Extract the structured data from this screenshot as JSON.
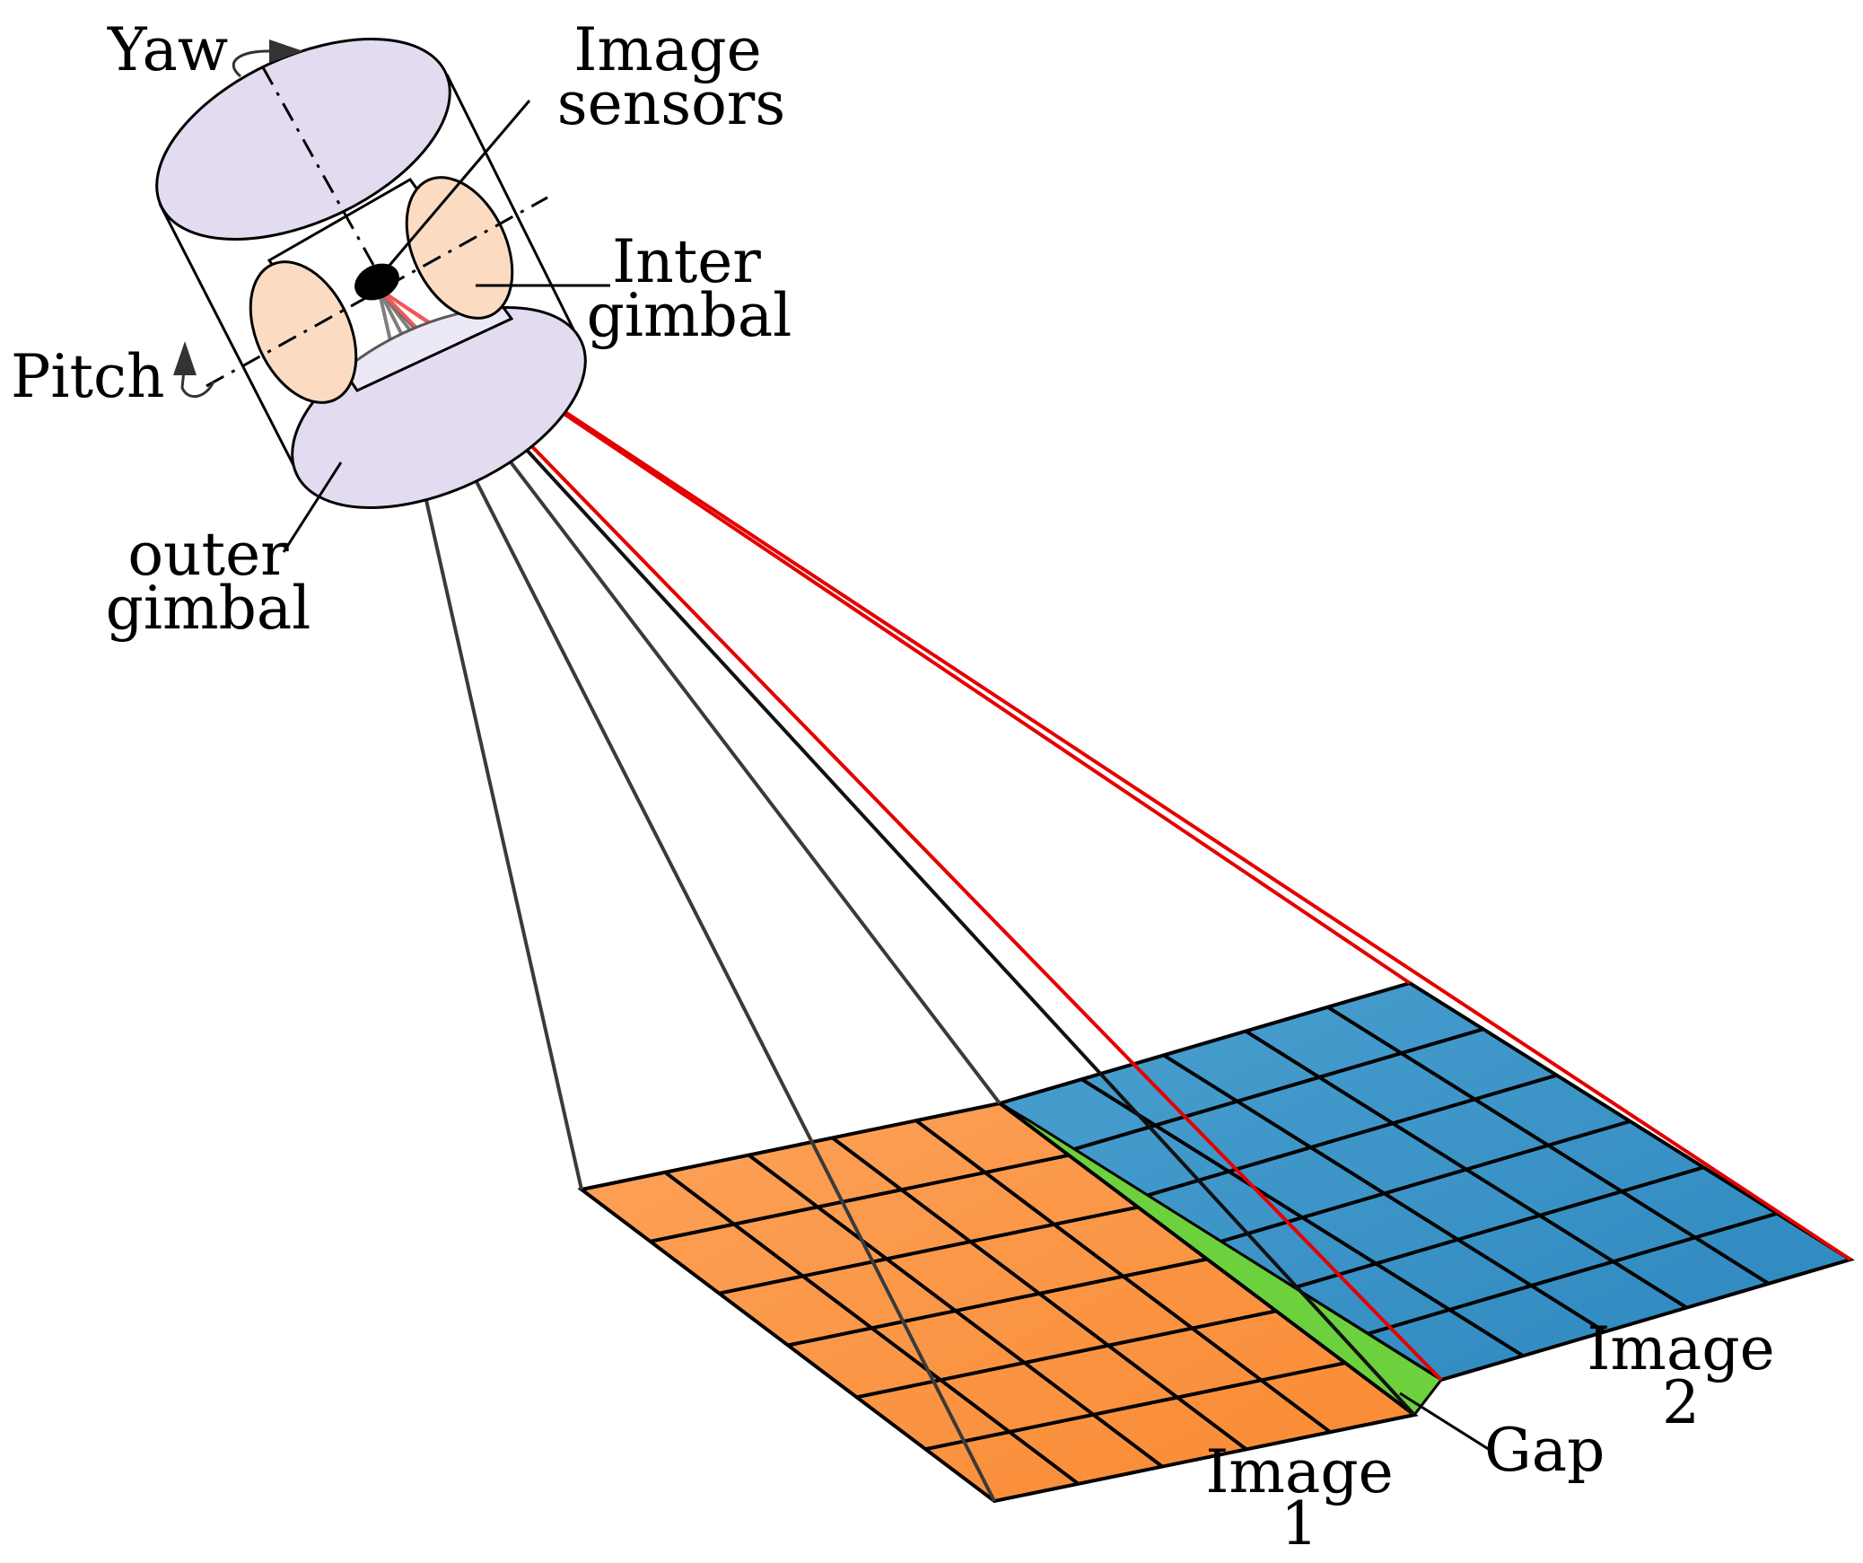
{
  "labels": {
    "yaw": "Yaw",
    "pitch": "Pitch",
    "image_sensors_1": "Image",
    "image_sensors_2": "sensors",
    "inter_gimbal_1": "Inter",
    "inter_gimbal_2": "gimbal",
    "outer_gimbal_1": "outer",
    "outer_gimbal_2": "gimbal",
    "image1_1": "Image",
    "image1_2": "1",
    "image2_1": "Image",
    "image2_2": "2",
    "gap": "Gap"
  },
  "colors": {
    "orange_grid": "#fa913d",
    "blue_grid": "#3b94c8",
    "gap_green": "#6cd13c",
    "ray_red": "#e50000",
    "ray_grey": "#3a3a3a",
    "outer_gimbal_fill": "#e3dcf0",
    "inner_gimbal_fill": "#fbdcc3"
  }
}
